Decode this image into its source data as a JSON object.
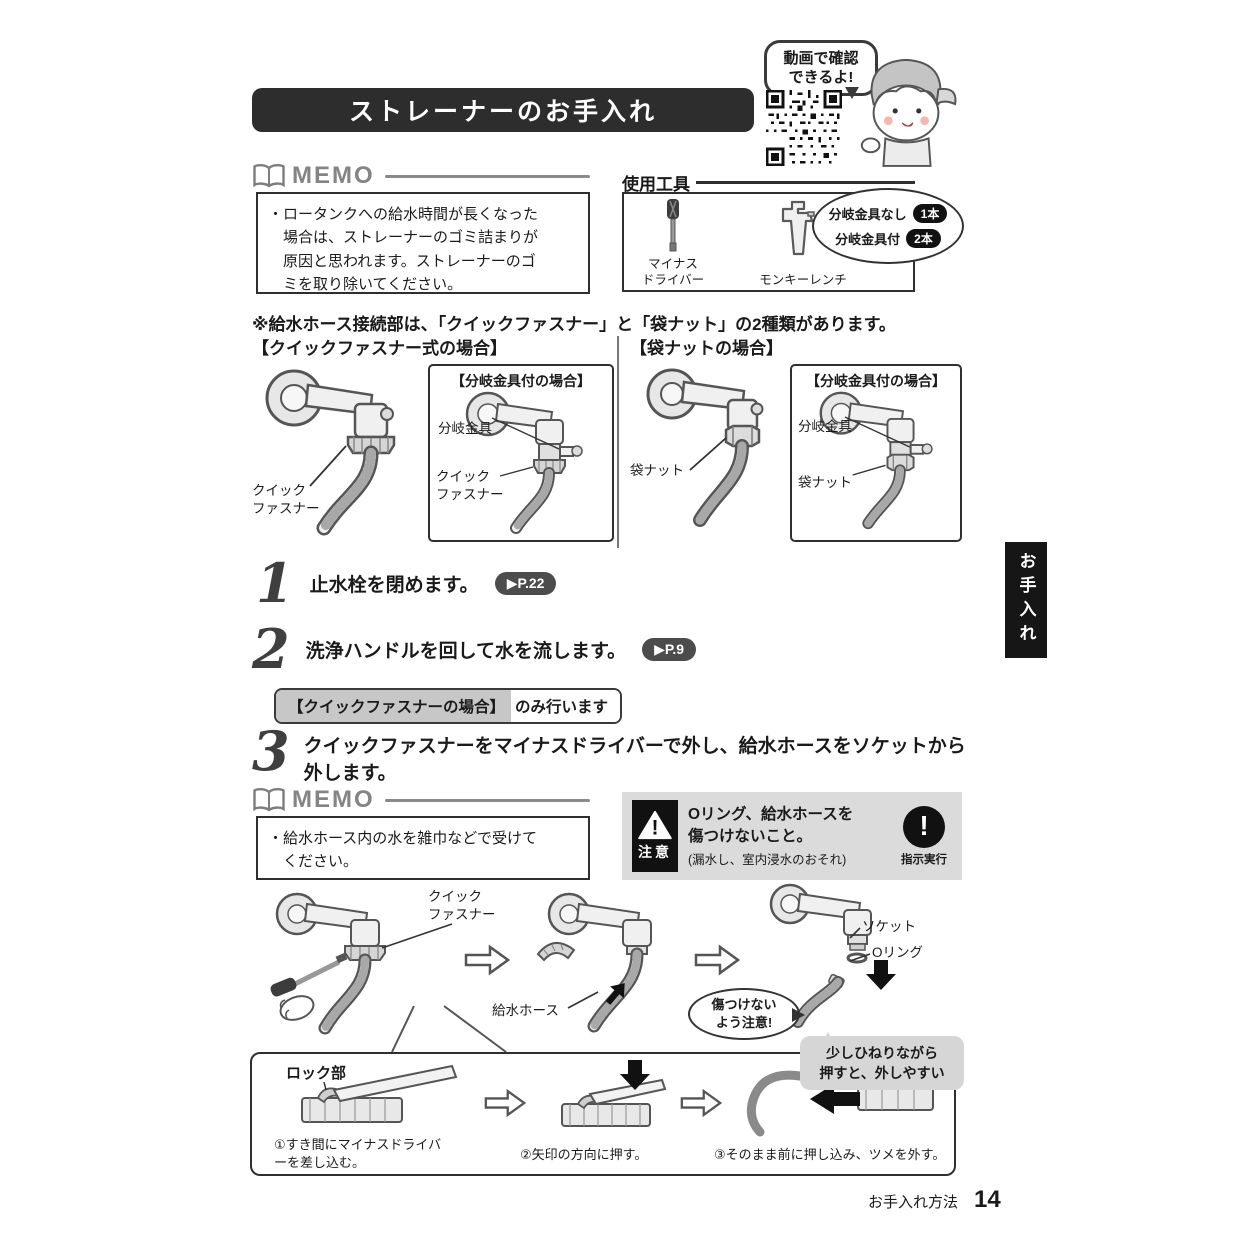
{
  "header": {
    "title": "ストレーナーのお手入れ",
    "video_bubble": "動画で確認\nできるよ!"
  },
  "icons": {
    "exclamation": "!"
  },
  "memo1": {
    "label": "MEMO",
    "text": "・ロータンクへの給水時間が長くなった\n　場合は、ストレーナーのゴミ詰まりが\n　原因と思われます。ストレーナーのゴ\n　ミを取り除いてください。"
  },
  "tools": {
    "label": "使用工具",
    "screwdriver": "マイナス\nドライバー",
    "wrench": "モンキーレンチ",
    "callout": [
      {
        "label": "分岐金具なし",
        "count": "1本"
      },
      {
        "label": "分岐金具付",
        "count": "2本"
      }
    ]
  },
  "connection_note": "※給水ホース接続部は、「クイックファスナー」と「袋ナット」の2種類があります。",
  "diagram_quick": {
    "title": "【クイックファスナー式の場合】",
    "main_label": "クイック\nファスナー",
    "sub_title": "【分岐金具付の場合】",
    "branch_label": "分岐金具",
    "sub_label": "クイック\nファスナー"
  },
  "diagram_nut": {
    "title": "【袋ナットの場合】",
    "main_label": "袋ナット",
    "sub_title": "【分岐金具付の場合】",
    "branch_label": "分岐金具",
    "sub_label": "袋ナット"
  },
  "steps": [
    {
      "num": "1",
      "text": "止水栓を閉めます。",
      "ref": "▶P.22"
    },
    {
      "num": "2",
      "text": "洗浄ハンドルを回して水を流します。",
      "ref": "▶P.9"
    },
    {
      "num": "3",
      "text": "クイックファスナーをマイナスドライバーで外し、給水ホースをソケットから\n外します。"
    }
  ],
  "quick_only": {
    "bracket": "【クイックファスナーの場合】",
    "rest": "のみ行います"
  },
  "memo2": {
    "label": "MEMO",
    "text": "・給水ホース内の水を雑巾などで受けて\n　ください。"
  },
  "caution": {
    "label": "注意",
    "text": "Oリング、給水ホースを\n傷つけないこと。",
    "note": "(漏水し、室内浸水のおそれ)",
    "action": "指示実行"
  },
  "removal": {
    "fastener_label": "クイック\nファスナー",
    "hose_label": "給水ホース",
    "socket_label": "ソケット",
    "oring_label": "Oリング",
    "warn_bubble": "傷つけない\nよう注意!",
    "tip_bubble": "少しひねりながら\n押すと、外しやすい"
  },
  "lock_box": {
    "lock_label": "ロック部",
    "captions": [
      "①すき間にマイナスドライバ\nーを差し込む。",
      "②矢印の方向に押す。",
      "③そのまま前に押し込み、ツメを外す。"
    ]
  },
  "side_tab": "お手入れ",
  "footer": {
    "label": "お手入れ方法",
    "page": "14"
  }
}
